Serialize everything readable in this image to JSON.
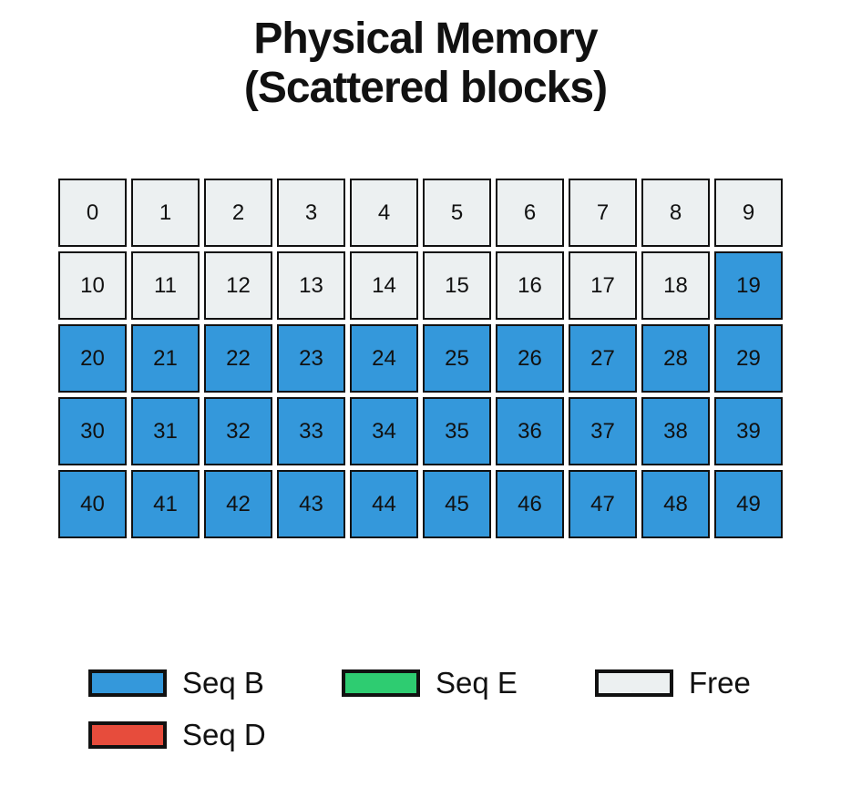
{
  "title": {
    "line1": "Physical Memory",
    "line2": "(Scattered blocks)"
  },
  "colors": {
    "seq_b": "#3498db",
    "seq_d": "#e74c3c",
    "seq_e": "#2ecc71",
    "free": "#ecf0f1",
    "border": "#111111"
  },
  "grid": {
    "columns": 10,
    "rows": 5,
    "cells": [
      {
        "id": 0,
        "state": "free"
      },
      {
        "id": 1,
        "state": "free"
      },
      {
        "id": 2,
        "state": "free"
      },
      {
        "id": 3,
        "state": "free"
      },
      {
        "id": 4,
        "state": "free"
      },
      {
        "id": 5,
        "state": "free"
      },
      {
        "id": 6,
        "state": "free"
      },
      {
        "id": 7,
        "state": "free"
      },
      {
        "id": 8,
        "state": "free"
      },
      {
        "id": 9,
        "state": "free"
      },
      {
        "id": 10,
        "state": "free"
      },
      {
        "id": 11,
        "state": "free"
      },
      {
        "id": 12,
        "state": "free"
      },
      {
        "id": 13,
        "state": "free"
      },
      {
        "id": 14,
        "state": "free"
      },
      {
        "id": 15,
        "state": "free"
      },
      {
        "id": 16,
        "state": "free"
      },
      {
        "id": 17,
        "state": "free"
      },
      {
        "id": 18,
        "state": "free"
      },
      {
        "id": 19,
        "state": "seq_b"
      },
      {
        "id": 20,
        "state": "seq_b"
      },
      {
        "id": 21,
        "state": "seq_b"
      },
      {
        "id": 22,
        "state": "seq_b"
      },
      {
        "id": 23,
        "state": "seq_b"
      },
      {
        "id": 24,
        "state": "seq_b"
      },
      {
        "id": 25,
        "state": "seq_b"
      },
      {
        "id": 26,
        "state": "seq_b"
      },
      {
        "id": 27,
        "state": "seq_b"
      },
      {
        "id": 28,
        "state": "seq_b"
      },
      {
        "id": 29,
        "state": "seq_b"
      },
      {
        "id": 30,
        "state": "seq_b"
      },
      {
        "id": 31,
        "state": "seq_b"
      },
      {
        "id": 32,
        "state": "seq_b"
      },
      {
        "id": 33,
        "state": "seq_b"
      },
      {
        "id": 34,
        "state": "seq_b"
      },
      {
        "id": 35,
        "state": "seq_b"
      },
      {
        "id": 36,
        "state": "seq_b"
      },
      {
        "id": 37,
        "state": "seq_b"
      },
      {
        "id": 38,
        "state": "seq_b"
      },
      {
        "id": 39,
        "state": "seq_b"
      },
      {
        "id": 40,
        "state": "seq_b"
      },
      {
        "id": 41,
        "state": "seq_b"
      },
      {
        "id": 42,
        "state": "seq_b"
      },
      {
        "id": 43,
        "state": "seq_b"
      },
      {
        "id": 44,
        "state": "seq_b"
      },
      {
        "id": 45,
        "state": "seq_b"
      },
      {
        "id": 46,
        "state": "seq_b"
      },
      {
        "id": 47,
        "state": "seq_b"
      },
      {
        "id": 48,
        "state": "seq_b"
      },
      {
        "id": 49,
        "state": "seq_b"
      }
    ]
  },
  "legend": {
    "items": [
      {
        "label": "Seq B",
        "color": "seq_b"
      },
      {
        "label": "Seq E",
        "color": "seq_e"
      },
      {
        "label": "Free",
        "color": "free"
      },
      {
        "label": "Seq D",
        "color": "seq_d"
      }
    ]
  }
}
